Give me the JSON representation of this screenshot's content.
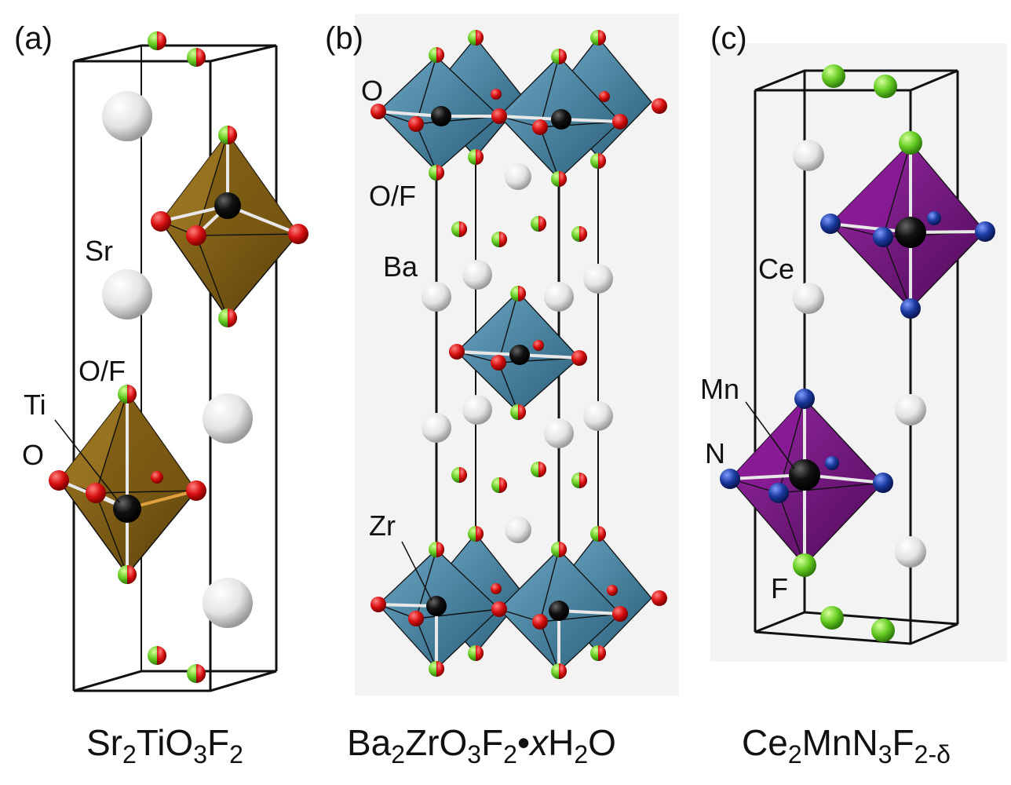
{
  "panels": [
    {
      "id": "a",
      "label": "(a)",
      "caption": "Sr2TiO3F2",
      "caption_parts": [
        {
          "t": "Sr",
          "sub": false
        },
        {
          "t": "2",
          "sub": true
        },
        {
          "t": "TiO",
          "sub": false
        },
        {
          "t": "3",
          "sub": true
        },
        {
          "t": "F",
          "sub": false
        },
        {
          "t": "2",
          "sub": true
        }
      ],
      "atom_labels": [
        "Sr",
        "O/F",
        "Ti",
        "O"
      ],
      "octahedron_color": "#7a5a12"
    },
    {
      "id": "b",
      "label": "(b)",
      "caption": "Ba2ZrO3F2•xH2O",
      "caption_parts": [
        {
          "t": "Ba",
          "sub": false,
          "italic": false
        },
        {
          "t": "2",
          "sub": true,
          "italic": false
        },
        {
          "t": "ZrO",
          "sub": false,
          "italic": false
        },
        {
          "t": "3",
          "sub": true,
          "italic": false
        },
        {
          "t": "F",
          "sub": false,
          "italic": false
        },
        {
          "t": "2",
          "sub": true,
          "italic": false
        },
        {
          "t": "•",
          "sub": false,
          "italic": false
        },
        {
          "t": "x",
          "sub": false,
          "italic": true
        },
        {
          "t": "H",
          "sub": false,
          "italic": false
        },
        {
          "t": "2",
          "sub": true,
          "italic": false
        },
        {
          "t": "O",
          "sub": false,
          "italic": false
        }
      ],
      "atom_labels": [
        "O",
        "O/F",
        "Ba",
        "Zr"
      ],
      "octahedron_color": "#3f7fa0"
    },
    {
      "id": "c",
      "label": "(c)",
      "caption": "Ce2MnN3F2-δ",
      "caption_parts": [
        {
          "t": "Ce",
          "sub": false
        },
        {
          "t": "2",
          "sub": true
        },
        {
          "t": "MnN",
          "sub": false
        },
        {
          "t": "3",
          "sub": true
        },
        {
          "t": "F",
          "sub": false
        },
        {
          "t": "2-δ",
          "sub": true
        }
      ],
      "atom_labels": [
        "Ce",
        "Mn",
        "N",
        "F"
      ],
      "octahedron_color": "#6e1478"
    }
  ],
  "colors": {
    "sr_ba_ce_atom": "#e6e6e6",
    "center_atom": "#111111",
    "oxygen": "#d81010",
    "fluorine": "#66cc22",
    "nitrogen": "#1a3aa0",
    "panel_background": "#f2f2f2"
  }
}
